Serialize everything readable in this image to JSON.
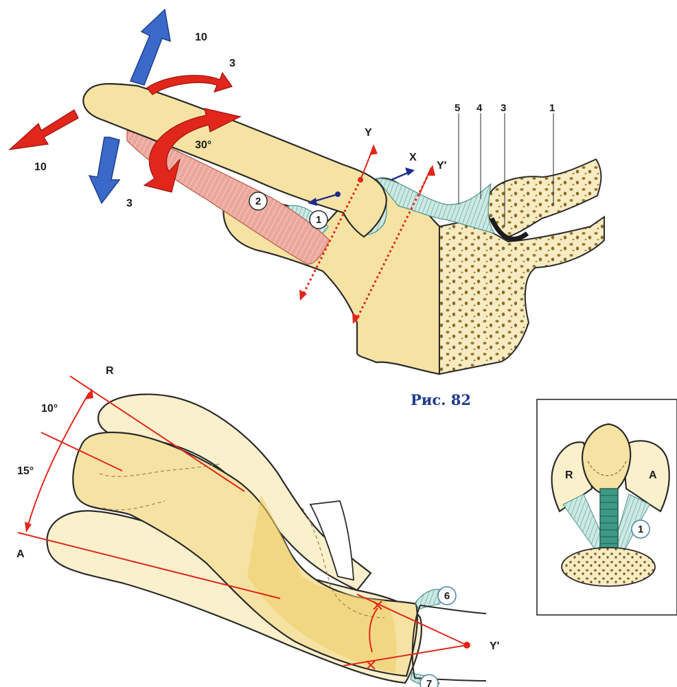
{
  "top_figure": {
    "arrow_labels": {
      "blue_up": "10",
      "red_curved_top": "3",
      "red_left": "10",
      "blue_down": "3",
      "rotation": "30°"
    },
    "axis_labels": {
      "y": "Y",
      "x": "X",
      "y_prime": "Y'"
    },
    "leader_labels": [
      "5",
      "4",
      "3",
      "1"
    ],
    "circled_labels": {
      "first": "1",
      "second": "2"
    }
  },
  "caption": "Рис. 82",
  "bottom_figure": {
    "axis_r": "R",
    "axis_a": "A",
    "angle_upper": "10°",
    "angle_lower": "15°",
    "circled_labels": {
      "upper": "6",
      "lower": "7"
    },
    "axis_y_prime": "Y'"
  },
  "inset": {
    "left_label": "R",
    "right_label": "A",
    "circled_label": "1"
  },
  "colors": {
    "bone": "#f6e3a3",
    "muscle": "#eba79b",
    "ligament": "#bfe3dc",
    "red_arrow": "#e1261c",
    "blue_arrow": "#3a69c9",
    "caption": "#1f3b8c"
  }
}
